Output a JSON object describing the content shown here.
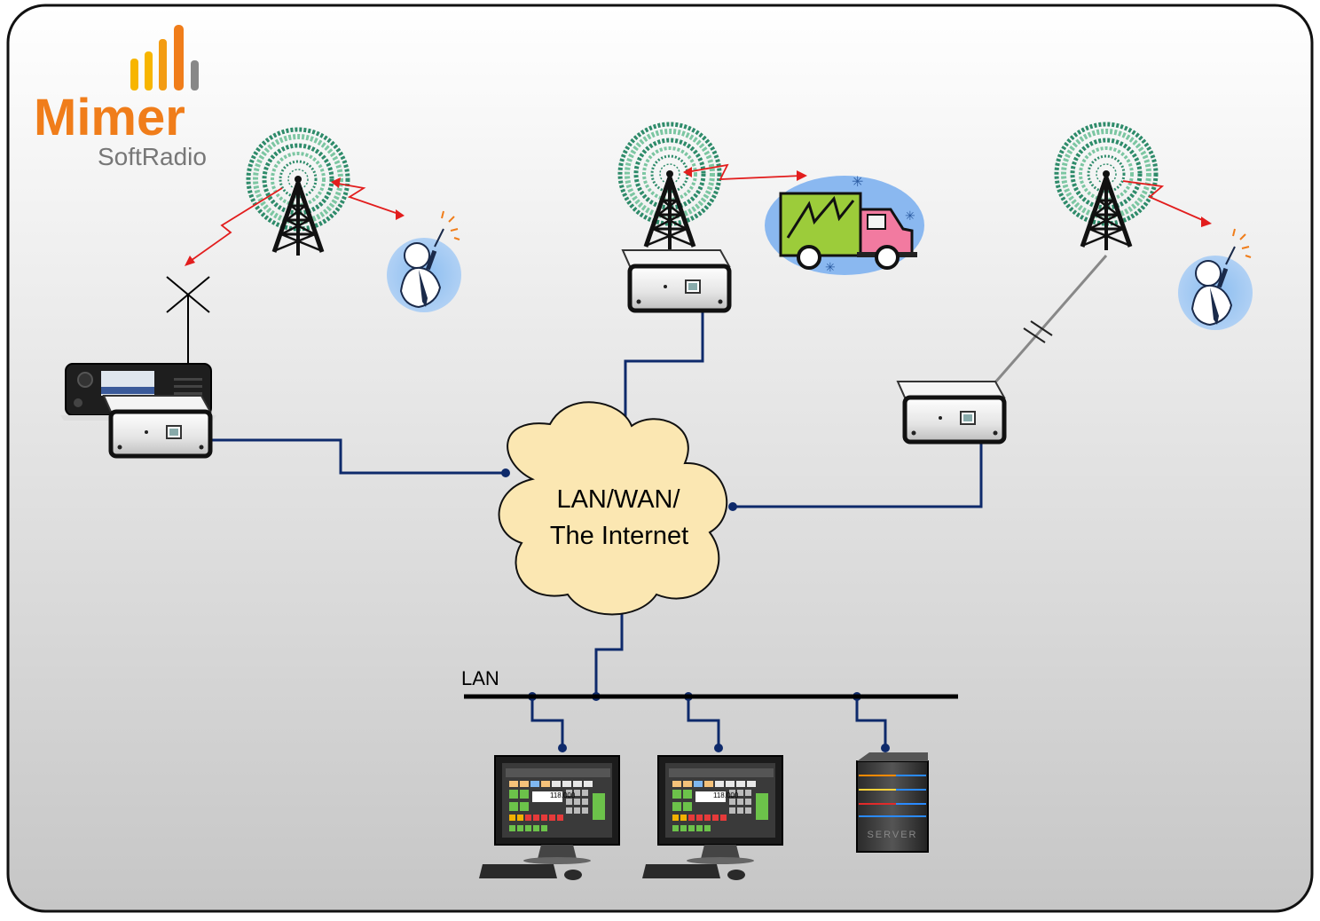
{
  "logo": {
    "brand": "Mimer",
    "product": "SoftRadio",
    "colors": {
      "orange": "#F07D1A",
      "yellow": "#F7B500",
      "gray": "#888888"
    }
  },
  "cloud": {
    "line1": "LAN/WAN/",
    "line2": "The Internet",
    "fill": "#FBE7B2"
  },
  "lan": {
    "label": "LAN"
  },
  "workstation": {
    "frequency": "118.000"
  },
  "server": {
    "label": "SERVER"
  },
  "colors": {
    "cable": "#0E2A6B",
    "radio_link": "#E21D1D",
    "tower_rings_dark": "#2E8B6A",
    "tower_rings_light": "#7CC6A2",
    "background_top": "#FFFFFF",
    "background_bottom": "#C8C8C8"
  },
  "icons": [
    "mimer-softradio-logo",
    "radio-tower-icon",
    "antenna-icon",
    "mobile-radio-icon",
    "gateway-box-icon",
    "field-operator-icon",
    "truck-icon",
    "cloud-icon",
    "workstation-icon",
    "server-icon"
  ]
}
